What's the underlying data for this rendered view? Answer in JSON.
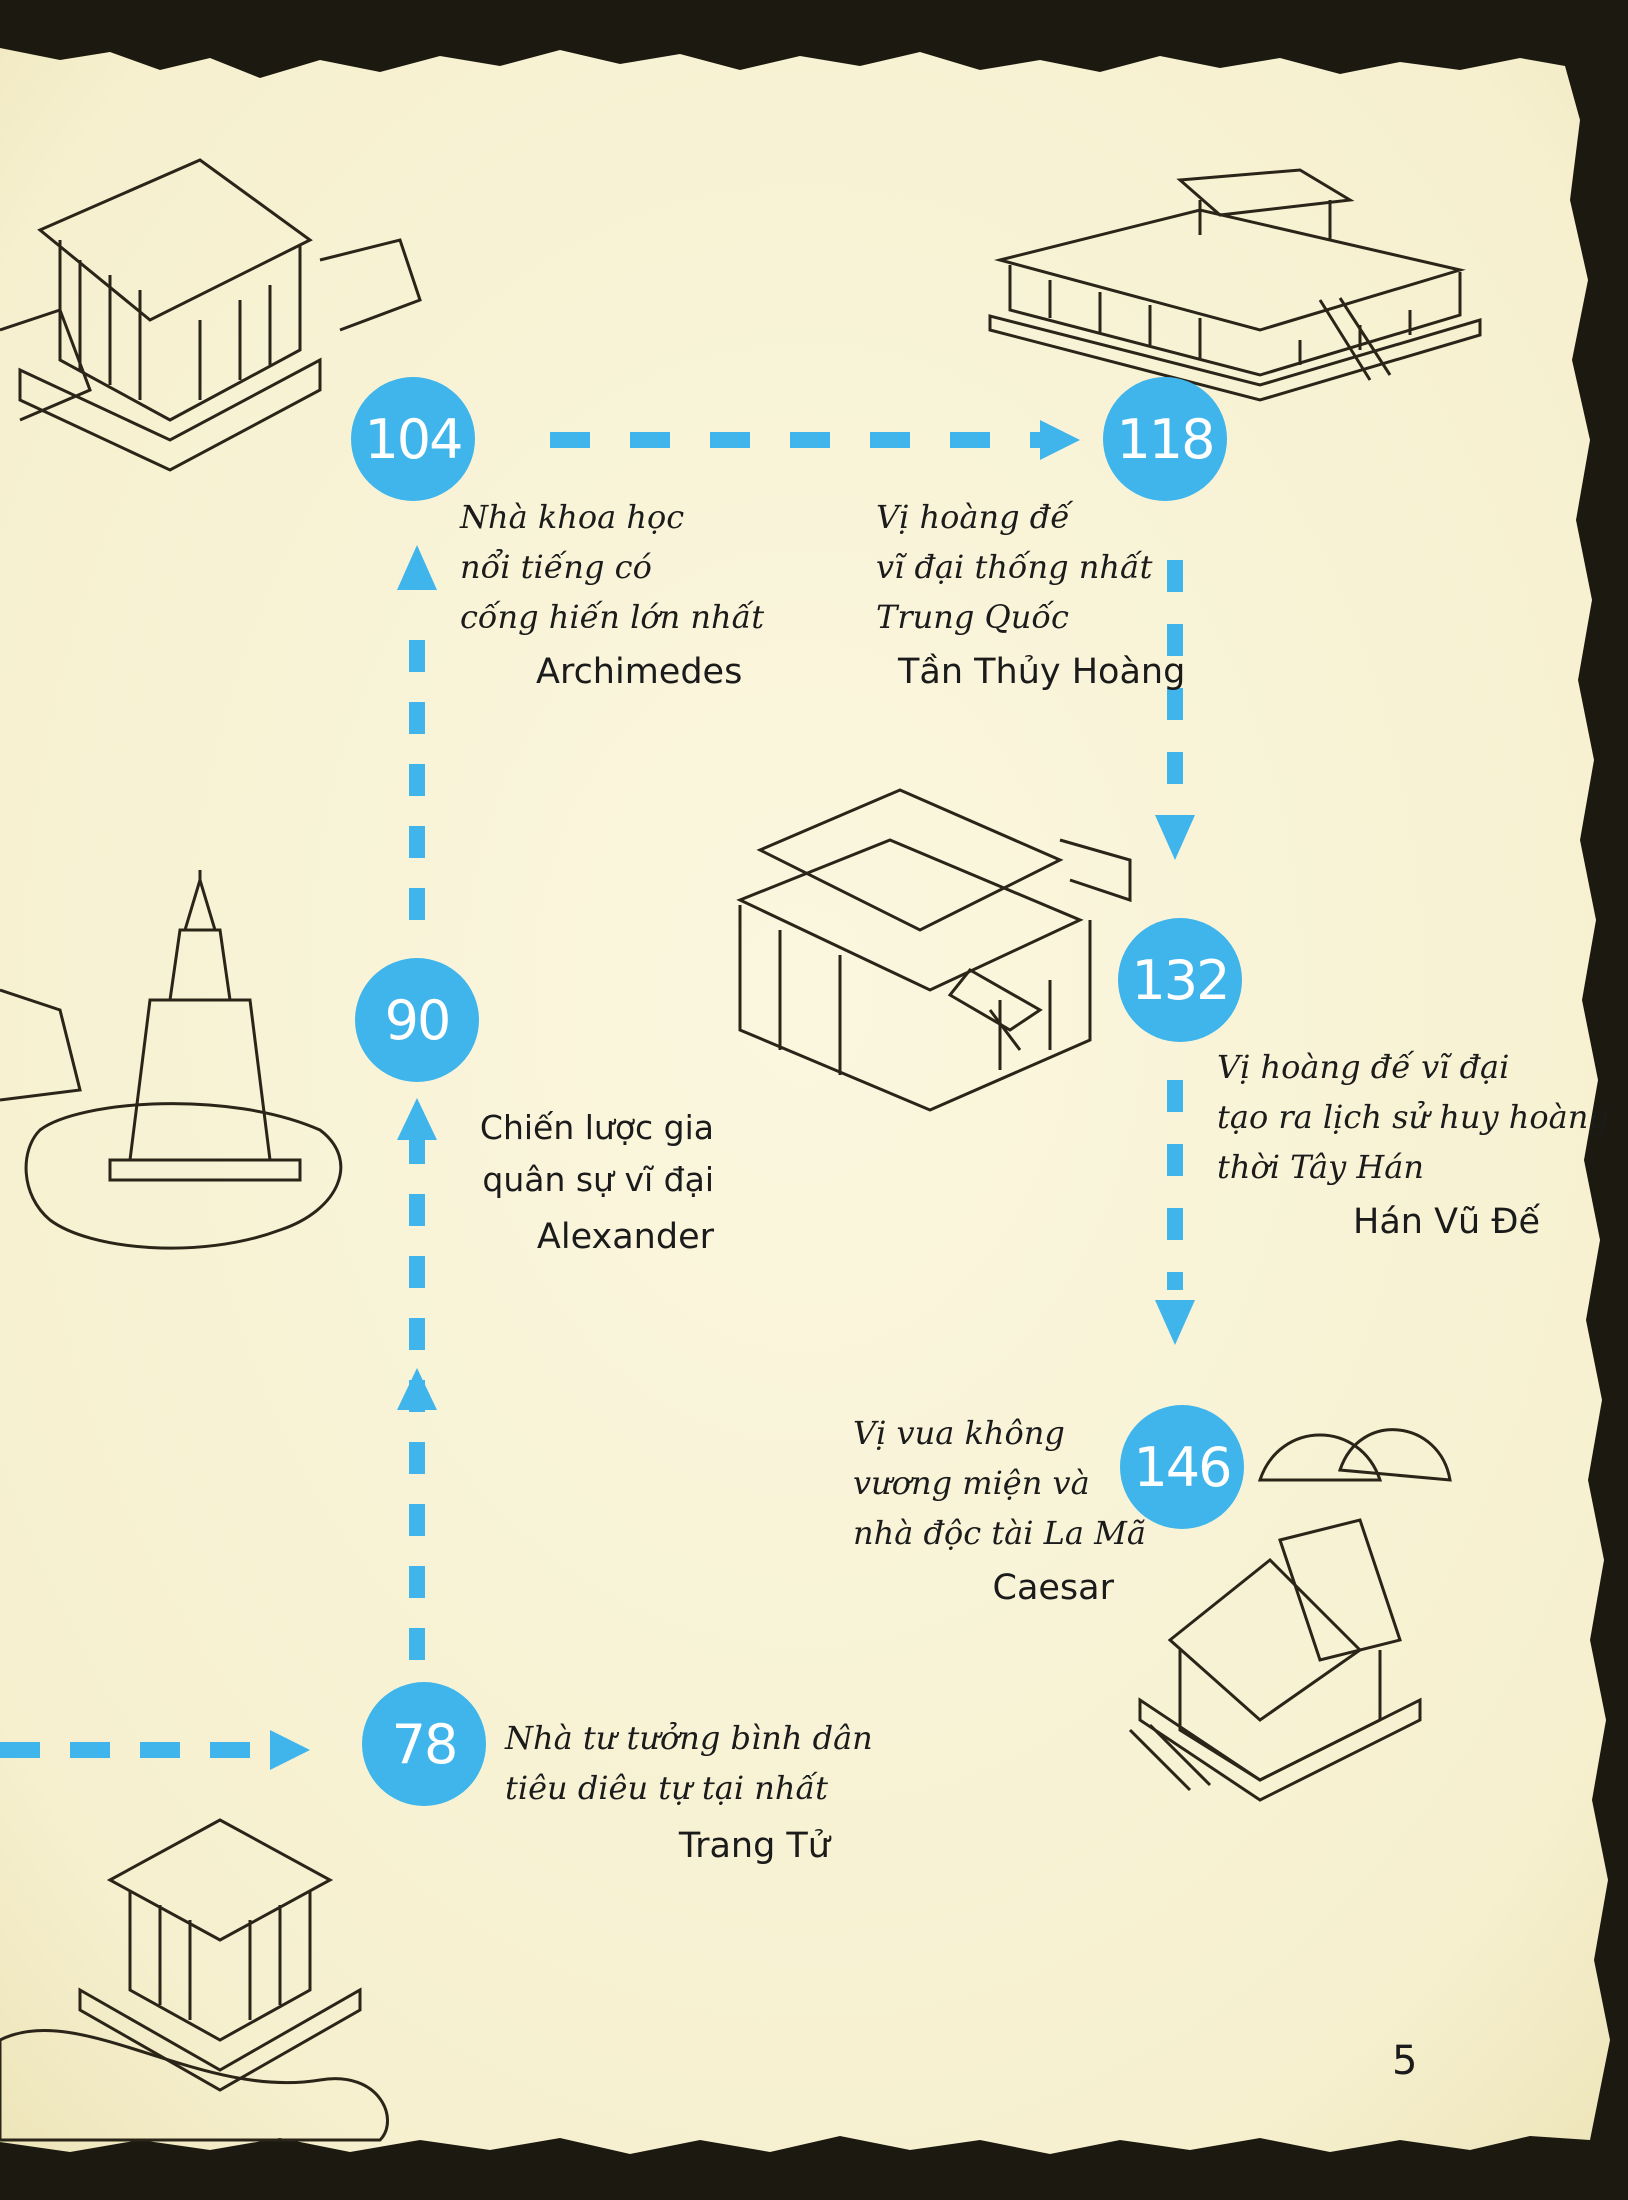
{
  "nodes": [
    {
      "number": "104",
      "text_lines": [
        "Nhà khoa học",
        "nổi tiếng có",
        "cống hiến lớn nhất"
      ],
      "name": "Archimedes"
    },
    {
      "number": "118",
      "text_lines": [
        "Vị hoàng đế",
        "vĩ đại thống nhất",
        "Trung Quốc"
      ],
      "name": "Tần Thủy Hoàng"
    },
    {
      "number": "90",
      "text_lines": [
        "Chiến lược gia",
        "quân sự vĩ đại"
      ],
      "name": "Alexander"
    },
    {
      "number": "132",
      "text_lines": [
        "Vị hoàng đế vĩ đại",
        "tạo ra lịch sử huy hoàng",
        "thời Tây Hán"
      ],
      "name": "Hán Vũ Đế"
    },
    {
      "number": "146",
      "text_lines": [
        "Vị vua không",
        "vương miện và",
        "nhà độc tài La Mã"
      ],
      "name": "Caesar"
    },
    {
      "number": "78",
      "text_lines": [
        "Nhà tư tưởng bình dân",
        "tiêu diêu tự tại nhất"
      ],
      "name": "Trang Tử"
    }
  ],
  "page_number": "5",
  "colors": {
    "accent": "#3fb5ec",
    "parchment": "#f8f3d6",
    "border": "#1c1a10",
    "ink": "#1b1b1b"
  }
}
